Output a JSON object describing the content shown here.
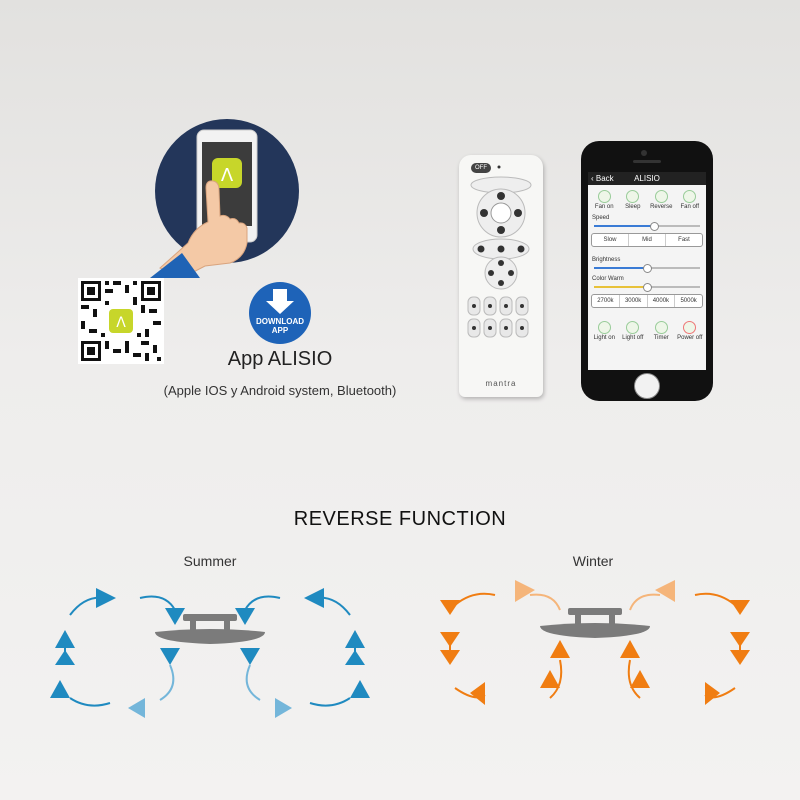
{
  "app": {
    "title": "App ALISIO",
    "subtitle": "(Apple IOS y Android system, Bluetooth)",
    "download_badge": [
      "DOWNLOAD",
      "APP"
    ],
    "icon_glyph": "Λ"
  },
  "remote": {
    "brand": "mantra",
    "off_label": "OFF"
  },
  "phone_screen": {
    "back": "Back",
    "title": "ALISIO",
    "top_buttons": [
      "Fan on",
      "Sleep",
      "Reverse",
      "Fan off"
    ],
    "speed_label": "Speed",
    "fan_modes": [
      "Slow",
      "Mid",
      "Fast"
    ],
    "brightness_label": "Brightness",
    "color_label": "Color Warm",
    "color_temps": [
      "2700k",
      "3000k",
      "4000k",
      "5000k"
    ],
    "bottom_buttons": [
      "Light on",
      "Light off",
      "Timer",
      "Power off"
    ]
  },
  "reverse": {
    "title": "REVERSE FUNCTION",
    "summer_label": "Summer",
    "winter_label": "Winter"
  },
  "colors": {
    "summer_blue": "#1f8ac0",
    "summer_blue_light": "#74b6da",
    "winter_orange": "#f07d12",
    "winter_orange_light": "#f5b57a",
    "fan_grey": "#7b7b7b",
    "phone_badge_navy": "#23365a",
    "download_blue": "#1e63b8",
    "icon_green": "#c7d62a"
  },
  "progress": {
    "speed_level": 0.55,
    "brightness_level": 0.48,
    "color_temp_level": 0.48
  }
}
